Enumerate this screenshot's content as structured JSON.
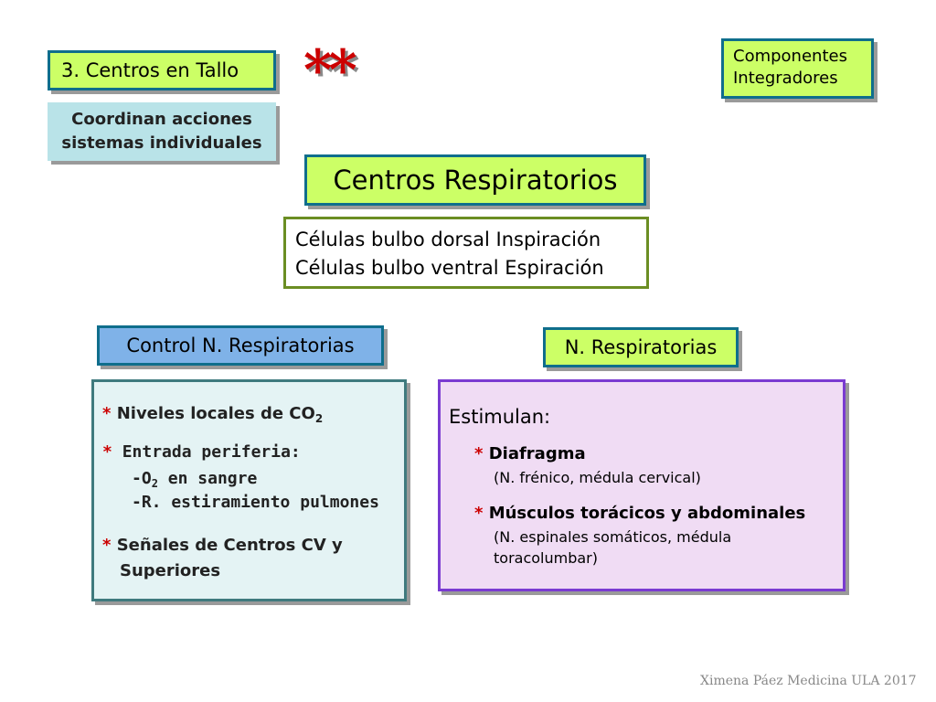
{
  "tag_centros_tallo": "3. Centros en Tallo",
  "stars": "**",
  "componentes": {
    "line1": "Componentes",
    "line2": "Integradores"
  },
  "coordinan": {
    "line1": "Coordinan acciones",
    "line2": "sistemas individuales"
  },
  "centros_respiratorios": "Centros Respiratorios",
  "celulas": {
    "line1": "Células bulbo dorsal Inspiración",
    "line2": "Células bulbo ventral Espiración"
  },
  "control_label": "Control N. Respiratorias",
  "n_resp_label": "N. Respiratorias",
  "left_panel": {
    "star": "*",
    "item1": "Niveles locales de CO",
    "item1_sub": "2",
    "item2": "Entrada periferia:",
    "item2_a_pre": "-O",
    "item2_a_sub": "2",
    "item2_a_post": " en sangre",
    "item2_b": "-R. estiramiento pulmones",
    "item3_line1": "Señales de Centros CV y",
    "item3_line2": "Superiores"
  },
  "right_panel": {
    "heading": "Estimulan:",
    "star": "*",
    "item1": "Diafragma",
    "item1_detail": "(N. frénico, médula cervical)",
    "item2": "Músculos torácicos y abdominales",
    "item2_detail1": "(N. espinales somáticos, médula",
    "item2_detail2": "toracolumbar)"
  },
  "footer": "Ximena Páez Medicina ULA 2017",
  "colors": {
    "lime": "#ccff66",
    "teal_border": "#0f6e8c",
    "light_cyan": "#b9e3e8",
    "blue_box": "#7fb2e8",
    "star_red": "#cc0000",
    "panel_left_bg": "#e4f3f4",
    "panel_right_bg": "#f0dcf4",
    "panel_right_border": "#7a3bd1",
    "olive_border": "#6b8e23"
  }
}
